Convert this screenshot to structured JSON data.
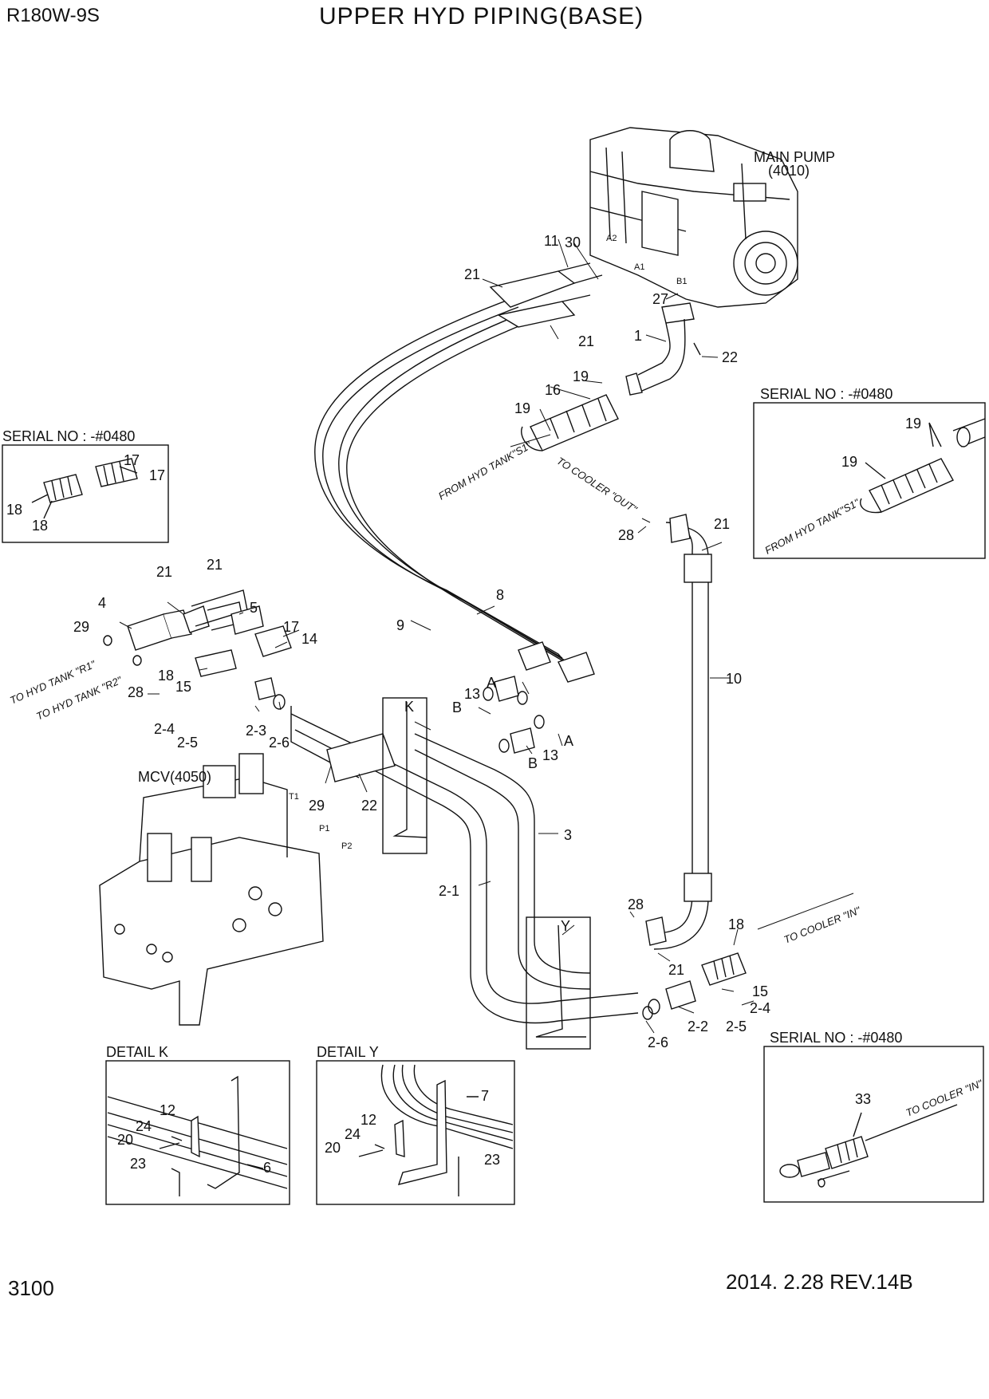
{
  "header": {
    "model": "R180W-9S",
    "title": "UPPER HYD PIPING(BASE)"
  },
  "footer": {
    "page_number": "3100",
    "date_rev": "2014. 2.28  REV.14B"
  },
  "components": {
    "main_pump": "MAIN PUMP",
    "main_pump_code": "(4010)",
    "mcv": "MCV(4050)"
  },
  "ports": {
    "a1": "A1",
    "a2": "A2",
    "b1": "B1",
    "t1": "T1",
    "p1": "P1",
    "p2": "P2"
  },
  "annotations": {
    "from_hyd_tank_s1": "FROM HYD TANK\"S1\"",
    "to_cooler_out": "TO COOLER \"OUT\"",
    "to_cooler_in": "TO COOLER \"IN\"",
    "to_hyd_tank_r1": "TO HYD TANK \"R1\"",
    "to_hyd_tank_r2": "TO HYD TANK \"R2\""
  },
  "insets": {
    "serial_left": {
      "title": "SERIAL NO : -#0480",
      "labels": [
        "17",
        "17",
        "18",
        "18"
      ]
    },
    "serial_right_top": {
      "title": "SERIAL NO : -#0480",
      "labels": [
        "19",
        "19"
      ],
      "note": "FROM HYD TANK\"S1\""
    },
    "serial_right_bottom": {
      "title": "SERIAL NO : -#0480",
      "labels": [
        "33"
      ],
      "note": "TO COOLER \"IN\""
    },
    "detail_k": {
      "title": "DETAIL K",
      "labels": [
        "12",
        "24",
        "20",
        "23",
        "6"
      ]
    },
    "detail_y": {
      "title": "DETAIL Y",
      "labels": [
        "7",
        "12",
        "24",
        "20",
        "23"
      ]
    }
  },
  "callouts": {
    "c11": "11",
    "c30": "30",
    "c21a": "21",
    "c21b": "21",
    "c27": "27",
    "c1": "1",
    "c22a": "22",
    "c19a": "19",
    "c16": "16",
    "c19b": "19",
    "c28a": "28",
    "c21c": "21",
    "c10": "10",
    "c8": "8",
    "c9": "9",
    "c21d": "21",
    "c21e": "21",
    "c4": "4",
    "c5": "5",
    "c29a": "29",
    "c17": "17",
    "c14": "14",
    "c18": "18",
    "c15": "15",
    "c28b": "28",
    "c2_4a": "2-4",
    "c2_5a": "2-5",
    "c2_3": "2-3",
    "c2_6a": "2-6",
    "cK": "K",
    "cA1": "A",
    "cB1": "B",
    "c13a": "13",
    "cA2": "A",
    "cB2": "B",
    "c13b": "13",
    "c29b": "29",
    "c22b": "22",
    "c3": "3",
    "c2_1": "2-1",
    "cY": "Y",
    "c28c": "28",
    "c21f": "21",
    "c18b": "18",
    "c15b": "15",
    "c2_2": "2-2",
    "c2_5b": "2-5",
    "c2_4b": "2-4",
    "c2_6b": "2-6"
  }
}
